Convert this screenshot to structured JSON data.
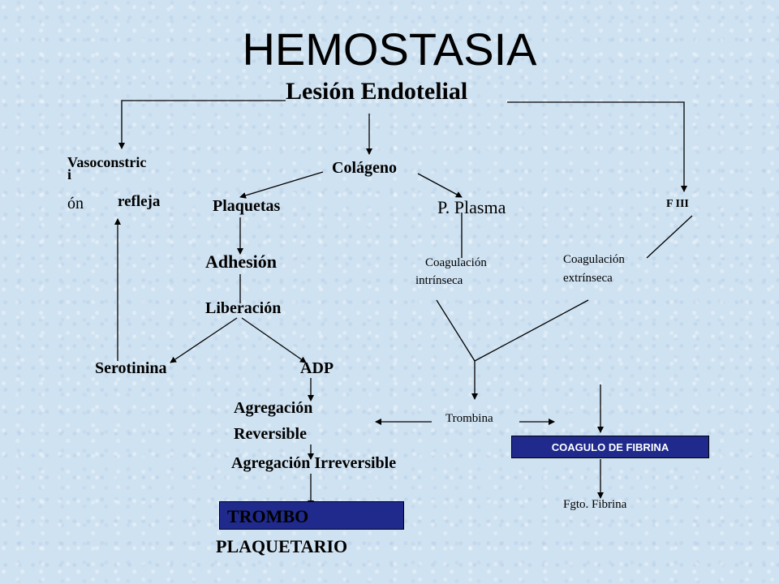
{
  "title": "HEMOSTASIA",
  "nodes": {
    "lesion": "Lesión Endotelial",
    "vaso_line1": "Vasoconstric",
    "vaso_line2": "i",
    "vaso_line3": "ón",
    "refleja": "refleja",
    "colageno": "Colágeno",
    "plaquetas": "Plaquetas",
    "p_plasma": "P. Plasma",
    "f_iii": "F III",
    "adhesion": "Adhesión",
    "coag_intrinseca_1": "Coagulación",
    "coag_intrinseca_2": "intrínseca",
    "coag_extrinseca_1": "Coagulación",
    "coag_extrinseca_2": "extrínseca",
    "liberacion": "Liberación",
    "serotinina": "Serotinina",
    "adp": "ADP",
    "agregacion_rev_1": "Agregación",
    "agregacion_rev_2": "Reversible",
    "trombina": "Trombina",
    "coagulo_fibrina": "COAGULO DE FIBRINA",
    "agregacion_irreversible": "Agregación Irreversible",
    "fgto_fibrina": "Fgto. Fibrina",
    "trombo_1": "TROMBO",
    "trombo_2": "PLAQUETARIO"
  },
  "colors": {
    "background": "#cfe2f1",
    "box_fill": "#1f2a8c",
    "box_text": "#ffffff",
    "lines": "#000000"
  }
}
